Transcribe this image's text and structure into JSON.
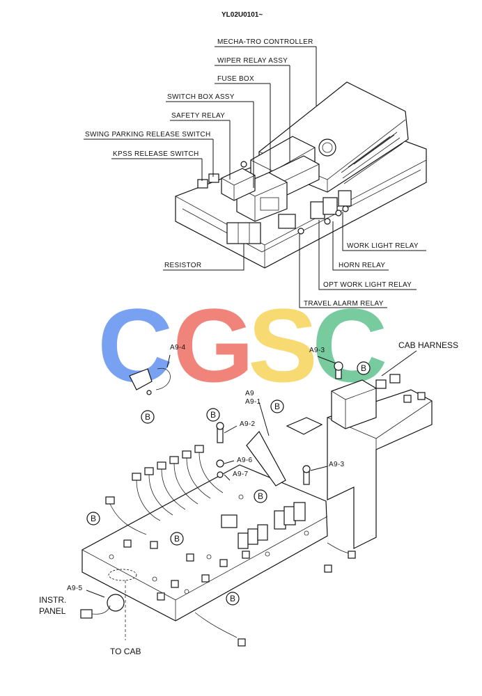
{
  "header": {
    "code": "YL02U0101~"
  },
  "top_labels": {
    "mechatro": "MECHA-TRO CONTROLLER",
    "wiper": "WIPER RELAY ASSY",
    "fuse": "FUSE BOX",
    "switchbox": "SWITCH BOX ASSY",
    "safety": "SAFETY RELAY",
    "swing": "SWING PARKING RELEASE SWITCH",
    "kpss": "KPSS RELEASE SWITCH",
    "resistor": "RESISTOR",
    "worklight": "WORK LIGHT RELAY",
    "horn": "HORN RELAY",
    "optwork": "OPT  WORK LIGHT RELAY",
    "travel": "TRAVEL ALARM RELAY"
  },
  "bottom_labels": {
    "cab_harness": "CAB HARNESS",
    "a9_4": "A9-4",
    "a9_3_top": "A9-3",
    "a9": "A9",
    "a9_1": "A9-1",
    "a9_2": "A9-2",
    "a9_6": "A9-6",
    "a9_7": "A9-7",
    "a9_3_mid": "A9-3",
    "a9_5": "A9-5",
    "instr_1": "INSTR.",
    "instr_2": "PANEL",
    "to_cab": "TO CAB",
    "b": "B"
  },
  "watermark": {
    "letters": [
      "C",
      "G",
      "S",
      "C"
    ],
    "colors": [
      "#5b8def",
      "#ef6a5e",
      "#f7d254",
      "#5bbf8a"
    ]
  }
}
